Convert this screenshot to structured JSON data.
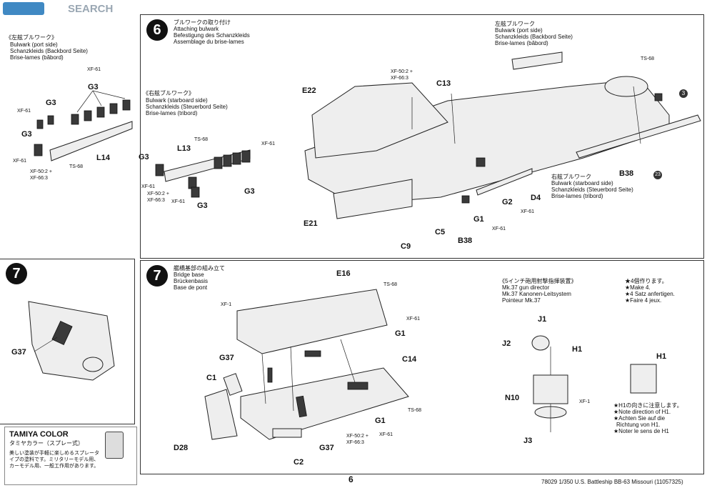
{
  "watermark": {
    "brand": "SEARCH"
  },
  "left_top": {
    "title_jp": "《左舷ブルワーク》",
    "title_en": "Bulwark (port side)",
    "title_de": "Schanzkleids (Backbord Seite)",
    "title_fr": "Brise-lames (bâbord)",
    "labels": {
      "xf61_a": "XF-61",
      "g3_a": "G3",
      "g3_b": "G3",
      "xf61_b": "XF-61",
      "g3_c": "G3",
      "xf61_c": "XF-61",
      "xf50": "XF-50:2 +",
      "xf66": "XF-66:3",
      "ts68": "TS-68",
      "l14": "L14"
    }
  },
  "left_bottom": {
    "title_jp": "《右舷ブルワーク》",
    "title_en": "Bulwark (starboard side)",
    "title_de": "Schanzkleids (Steuerbord Seite)",
    "title_fr": "Brise-lames (tribord)",
    "labels": {
      "ts68": "TS-68",
      "xf61_a": "XF-61",
      "l13": "L13",
      "g3_a": "G3",
      "xf61_b": "XF-61",
      "xf50": "XF-50:2 +",
      "xf66": "XF-66:3",
      "xf61_c": "XF-61",
      "g3_b": "G3",
      "g3_c": "G3"
    }
  },
  "step6": {
    "number": "6",
    "title_jp": "ブルワークの取り付け",
    "title_en": "Attaching bulwark",
    "title_de": "Befestigung des Schanzkleids",
    "title_fr": "Assemblage du brise-lames",
    "port_jp": "左舷ブルワーク",
    "port_en": "Bulwark (port side)",
    "port_de": "Schanzkleids (Backbord Seite)",
    "port_fr": "Brise-lames (bâbord)",
    "star_jp": "右舷ブルワーク",
    "star_en": "Bulwark (starboard side)",
    "star_de": "Schanzkleids (Steuerbord Seite)",
    "star_fr": "Brise-lames (tribord)",
    "labels": {
      "xf50": "XF-50:2 +",
      "xf66": "XF-66:3",
      "c13": "C13",
      "e22": "E22",
      "ts68": "TS-68",
      "e21": "E21",
      "c9": "C9",
      "c5": "C5",
      "b38_a": "B38",
      "g1": "G1",
      "xf61_a": "XF-61",
      "g2": "G2",
      "xf61_b": "XF-61",
      "d4": "D4",
      "b38_b": "B38",
      "n3": "3",
      "n23": "23"
    }
  },
  "left_step7": {
    "number": "7",
    "g37": "G37"
  },
  "tamiya": {
    "brand": "TAMIYA COLOR",
    "sub": "タミヤカラー（スプレー式）",
    "desc": "美しい塗装が手軽に楽しめるスプレータイプの塗料です。ミリタリーモデル用、カーモデル用、一般工作用があります。"
  },
  "step7": {
    "number": "7",
    "title_jp": "艦橋基部の組み立て",
    "title_en": "Bridge base",
    "title_de": "Brückenbasis",
    "title_fr": "Base de pont",
    "labels": {
      "e16": "E16",
      "ts68_a": "TS-68",
      "xf1": "XF-1",
      "xf61_a": "XF-61",
      "g1_a": "G1",
      "g37_a": "G37",
      "c1": "C1",
      "c14": "C14",
      "ts68_b": "TS-68",
      "g1_b": "G1",
      "xf50": "XF-50:2 +",
      "xf66": "XF-66:3",
      "xf61_b": "XF-61",
      "d28": "D28",
      "g37_b": "G37",
      "c2": "C2"
    },
    "gun_jp": "《5インチ砲用射撃指揮装置》",
    "gun_en": "Mk.37 gun director",
    "gun_de": "Mk.37 Kanonen-Leitsystem",
    "gun_fr": "Pointeur Mk.37",
    "make": [
      "★4個作ります。",
      "★Make 4.",
      "★4 Satz anfertigen.",
      "★Faire 4 jeux."
    ],
    "gun_labels": {
      "j1": "J1",
      "j2": "J2",
      "h1": "H1",
      "n10": "N10",
      "xf1": "XF-1",
      "j3": "J3",
      "h1_b": "H1"
    },
    "note": [
      "★H1の向きに注意します。",
      "★Note direction of H1.",
      "★Achten Sie auf die",
      "Richtung von H1.",
      "★Noter le sens de H1"
    ]
  },
  "footer": {
    "page": "6",
    "info": "78029  1/350 U.S. Battleship BB-63 Missouri (11057325)"
  }
}
